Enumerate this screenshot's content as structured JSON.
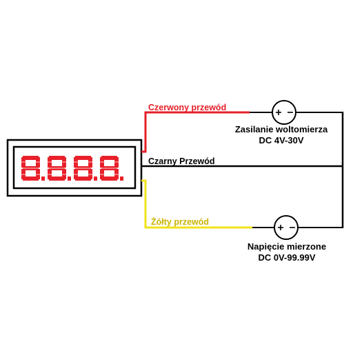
{
  "display": {
    "digit_count": 4,
    "digit_color": "#e8202a",
    "digits": [
      "8",
      "8",
      "8",
      "8"
    ]
  },
  "wires": {
    "red": {
      "label": "Czerwony przewód",
      "color": "#e41e26"
    },
    "black": {
      "label": "Czarny Przewód",
      "color": "#000000"
    },
    "yellow": {
      "label": "Żółty przewód",
      "color": "#f2e21a",
      "label_color": "#c8b400"
    }
  },
  "sources": {
    "supply": {
      "polarity": "+ -",
      "caption_line1": "Zasilanie woltomierza",
      "caption_line2": "DC 4V-30V"
    },
    "measured": {
      "polarity": "+ -",
      "caption_line1": "Napięcie mierzone",
      "caption_line2": "DC 0V-99.99V"
    }
  }
}
